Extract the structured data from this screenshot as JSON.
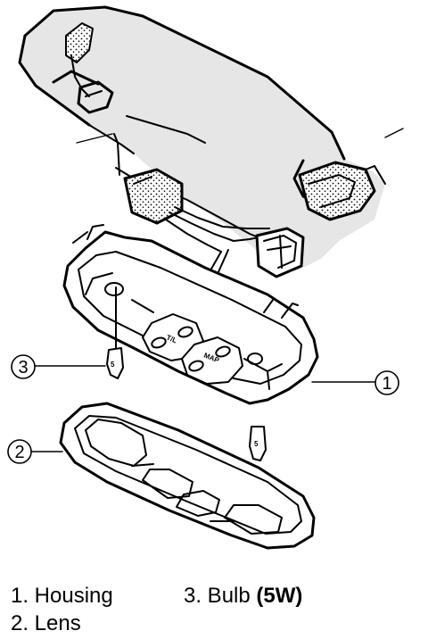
{
  "callouts": [
    "1",
    "2",
    "3"
  ],
  "lamp_marks": [
    "T/L",
    "MAP",
    "5"
  ],
  "legend": {
    "item1": "1. Housing",
    "item2": "2. Lens",
    "item3": "3. Bulb",
    "item3_spec": "(5W)"
  }
}
